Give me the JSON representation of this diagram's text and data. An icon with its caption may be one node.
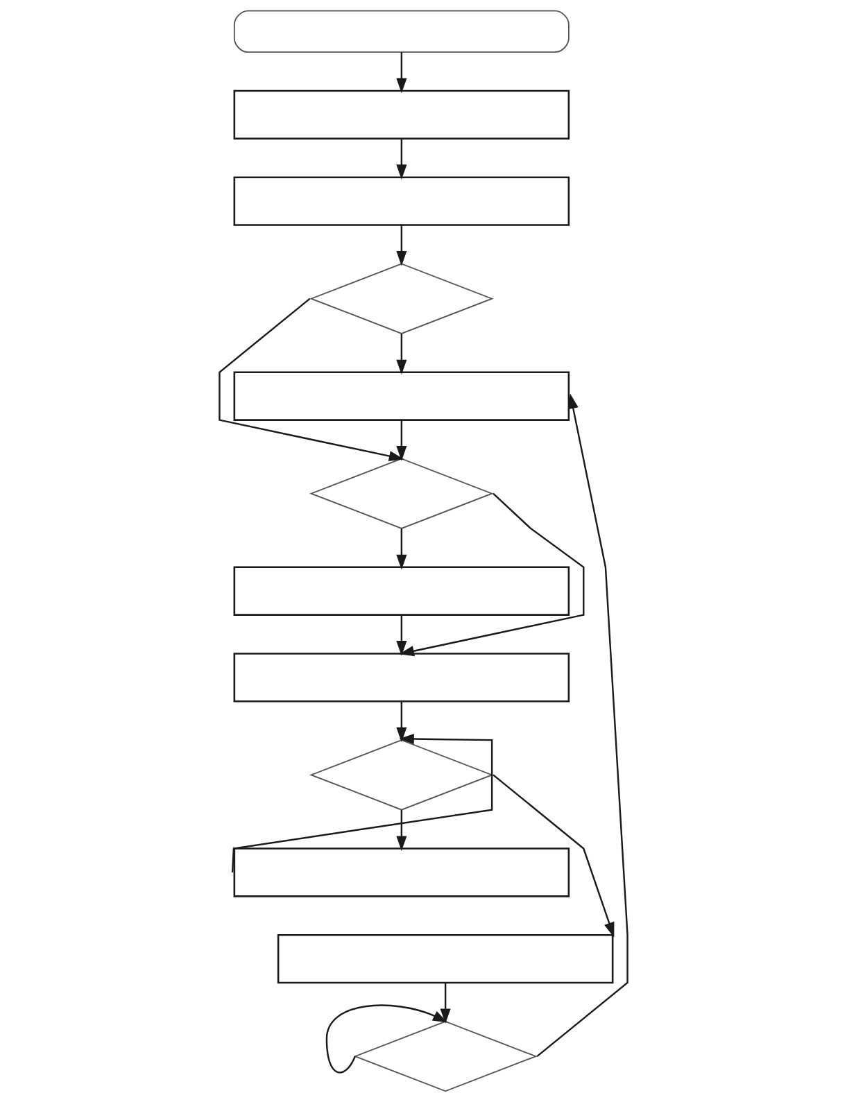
{
  "diagram": {
    "nodes": [
      {
        "text": [],
        "shape": "pill"
      },
      {
        "text": [],
        "shape": "box"
      },
      {
        "text": [],
        "shape": "box"
      },
      {
        "text": [],
        "shape": "diamond"
      },
      {
        "text": [],
        "shape": "box"
      },
      {
        "text": [],
        "shape": "diamond"
      },
      {
        "text": [],
        "shape": "box"
      },
      {
        "text": [],
        "shape": "box"
      },
      {
        "text": [],
        "shape": "diamond"
      },
      {
        "text": [],
        "shape": "box"
      },
      {
        "text": [],
        "shape": "box"
      },
      {
        "text": [],
        "shape": "diamond"
      }
    ],
    "edges": [
      {
        "from": 0,
        "to": 1,
        "arrow": "to"
      },
      {
        "from": 1,
        "to": 2,
        "arrow": "to"
      },
      {
        "from": 2,
        "to": 3,
        "arrow": "to"
      },
      {
        "from": 3,
        "to": 4,
        "arrow": "to"
      },
      {
        "from": 3,
        "to": 5,
        "arrow": "to"
      },
      {
        "from": 4,
        "to": 5,
        "arrow": "to"
      },
      {
        "from": 5,
        "to": 6,
        "arrow": "to"
      },
      {
        "from": 5,
        "to": 7,
        "arrow": "to"
      },
      {
        "from": 6,
        "to": 7,
        "arrow": "to"
      },
      {
        "from": 7,
        "to": 8,
        "arrow": "to"
      },
      {
        "from": 8,
        "to": 9,
        "arrow": "to"
      },
      {
        "from": 9,
        "to": 8,
        "arrow": "to"
      },
      {
        "from": 8,
        "to": 10,
        "arrow": "to"
      },
      {
        "from": 10,
        "to": 11,
        "arrow": "to"
      },
      {
        "from": 11,
        "to": 11,
        "arrow": "to"
      },
      {
        "from": 11,
        "to": 4,
        "arrow": "to"
      }
    ]
  }
}
